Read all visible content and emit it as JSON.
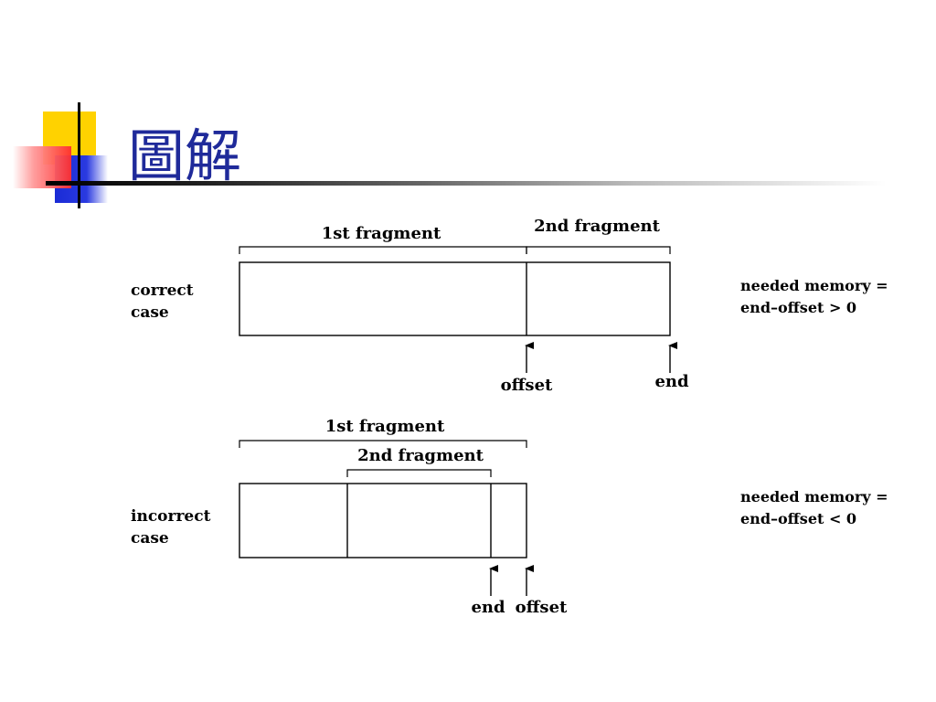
{
  "slide": {
    "title": "圖解",
    "accent_colors": {
      "yellow": "#ffd200",
      "blue": "#1a2bd6",
      "red": "#ff2e2e",
      "title": "#1f2a9a"
    }
  },
  "diagram": {
    "correct": {
      "case_label": [
        "correct",
        "case"
      ],
      "frag1_label": "1st fragment",
      "frag2_label": "2nd fragment",
      "offset_label": "offset",
      "end_label": "end",
      "memory_note": [
        "needed memory =",
        "end–offset > 0"
      ]
    },
    "incorrect": {
      "case_label": [
        "incorrect",
        "case"
      ],
      "frag1_label": "1st fragment",
      "frag2_label": "2nd fragment",
      "end_label": "end",
      "offset_label": "offset",
      "memory_note": [
        "needed memory =",
        "end–offset < 0"
      ]
    }
  }
}
